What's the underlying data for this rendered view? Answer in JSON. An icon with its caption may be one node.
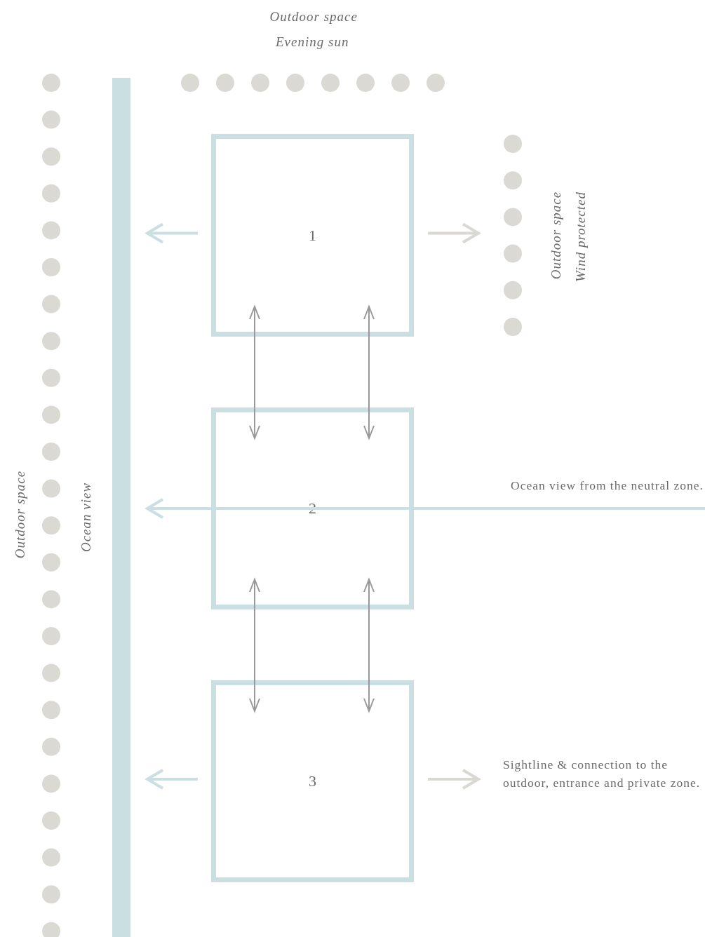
{
  "diagram": {
    "nodes": [
      {
        "text": [],
        "shape": "bar"
      },
      {
        "text": [
          "1"
        ]
      },
      {
        "text": [
          "2"
        ]
      },
      {
        "text": [
          "3"
        ]
      },
      {
        "text": [
          "Sightline & connection to the outdoor, entrance and private zone."
        ]
      }
    ],
    "edges": [
      {
        "from": 1,
        "to": 0,
        "arrow": "to",
        "color": "#cadfe2"
      },
      {
        "from": 1,
        "to": null,
        "arrow": "to",
        "color": "#d9d8d3"
      },
      {
        "from": 1,
        "to": 2,
        "arrow": "both"
      },
      {
        "from": 1,
        "to": 2,
        "arrow": "both"
      },
      {
        "from": null,
        "to": 0,
        "arrow": "to",
        "label": "Ocean view from the neutral zone.",
        "color": "#cadfe2"
      },
      {
        "from": 2,
        "to": 3,
        "arrow": "both"
      },
      {
        "from": 2,
        "to": 3,
        "arrow": "both"
      },
      {
        "from": 3,
        "to": 0,
        "arrow": "to",
        "color": "#cadfe2"
      },
      {
        "from": 3,
        "to": 4,
        "arrow": "to",
        "color": "#d9d8d3"
      }
    ],
    "labels": [
      "Outdoor space",
      "Evening sun",
      "Outdoor space",
      "Wind protected",
      "Outdoor space",
      "Ocean view"
    ]
  }
}
